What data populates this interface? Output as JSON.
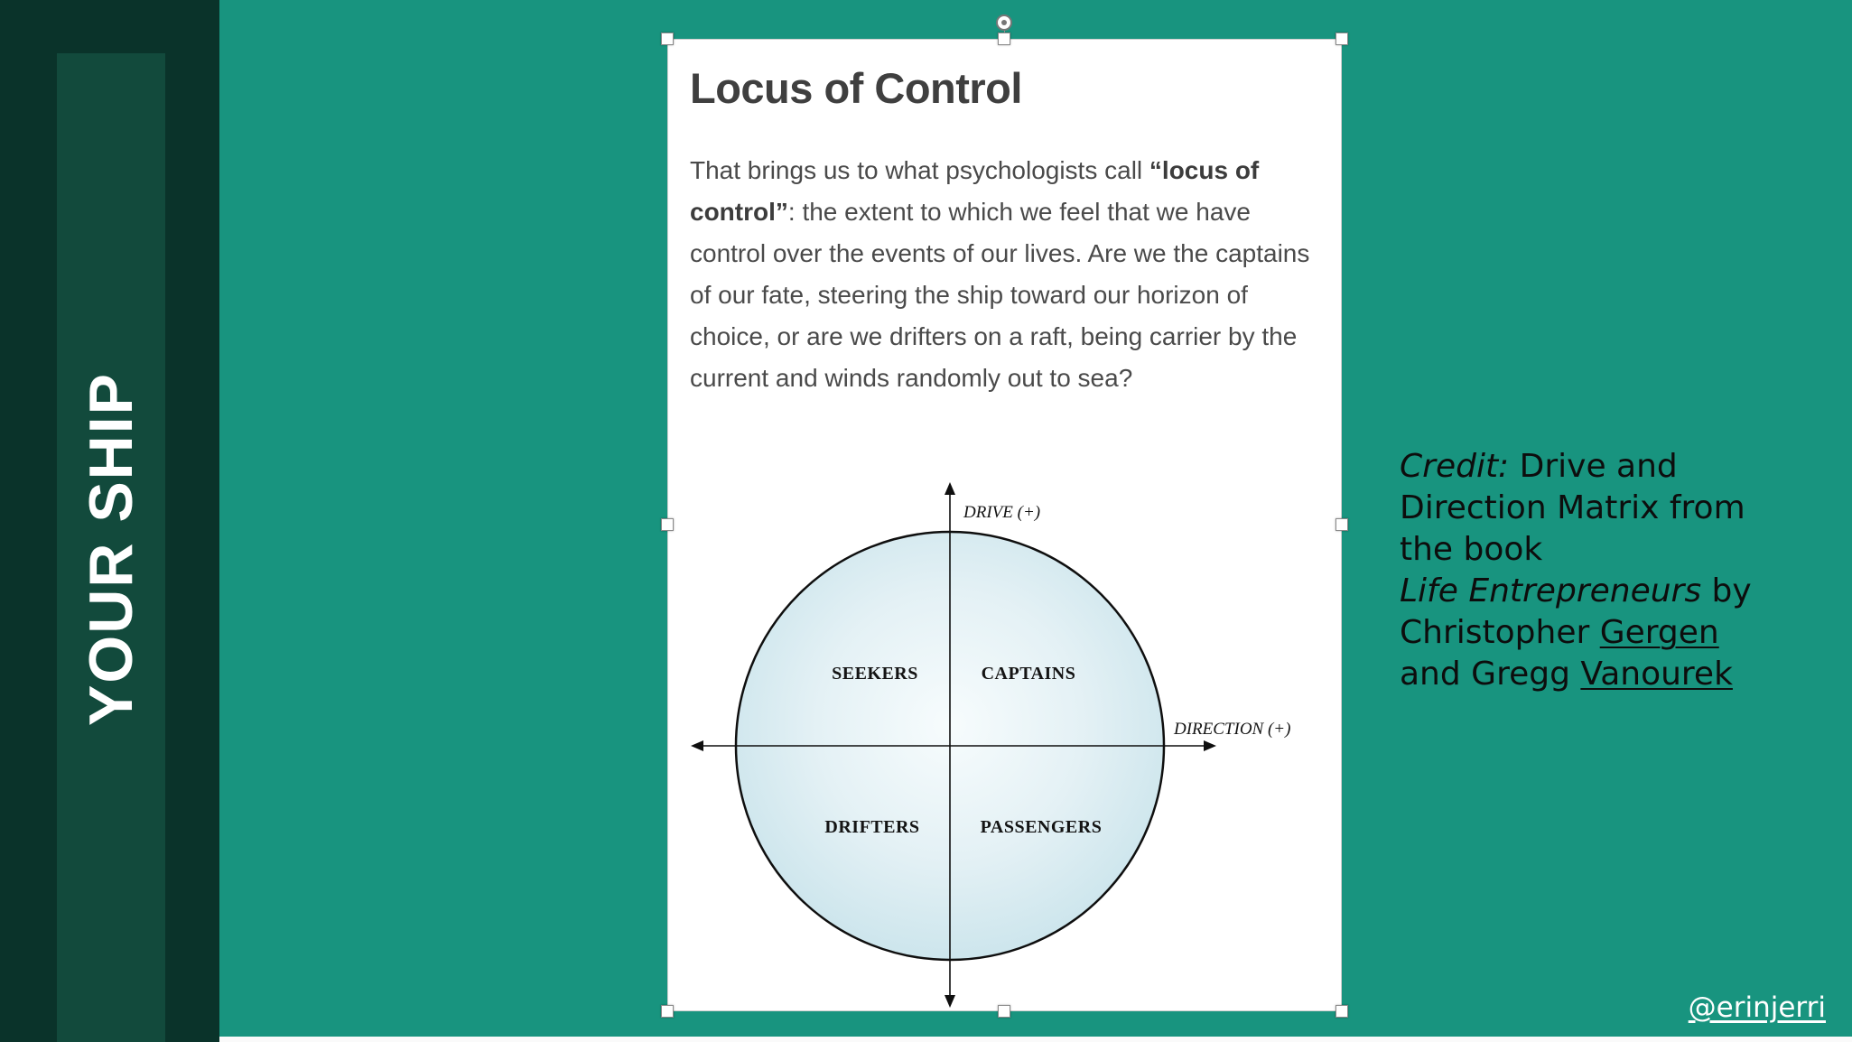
{
  "slide": {
    "vertical_title": "YOUR SHIP",
    "author_handle": "@erinjerri"
  },
  "card": {
    "title": "Locus of Control",
    "body_pre": "That brings us to what psychologists call ",
    "body_bold": "“locus of control”",
    "body_post": ": the extent to which we feel that we have control over the events of our lives. Are we the captains of our fate, steering the ship toward our horizon of choice, or are we drifters on a raft, being carrier by the current and winds randomly out to sea?"
  },
  "diagram": {
    "y_axis_label": "DRIVE (+)",
    "x_axis_label": "DIRECTION (+)",
    "quadrant_top_left": "SEEKERS",
    "quadrant_top_right": "CAPTAINS",
    "quadrant_bottom_left": "DRIFTERS",
    "quadrant_bottom_right": "PASSENGERS"
  },
  "credit": {
    "line1_italic": "Credit:",
    "line1_rest": " Drive and",
    "line2": "Direction Matrix from",
    "line3": "the book",
    "line4_italic": "Life Entrepreneurs",
    "line4_rest": " by",
    "line5_text": "Christopher ",
    "line5_underlined": "Gergen",
    "line6_text": "and Gregg ",
    "line6_underlined": "Vanourek"
  },
  "colors": {
    "background_teal": "#18947f",
    "sidebar_dark": "#0a332a",
    "sidebar_panel": "#124a3c",
    "card_background": "#ffffff",
    "title_text": "#3f3f3f",
    "body_text": "#4a4a4a",
    "circle_center": "#f7fcfd",
    "circle_edge": "#c6e2ea"
  }
}
